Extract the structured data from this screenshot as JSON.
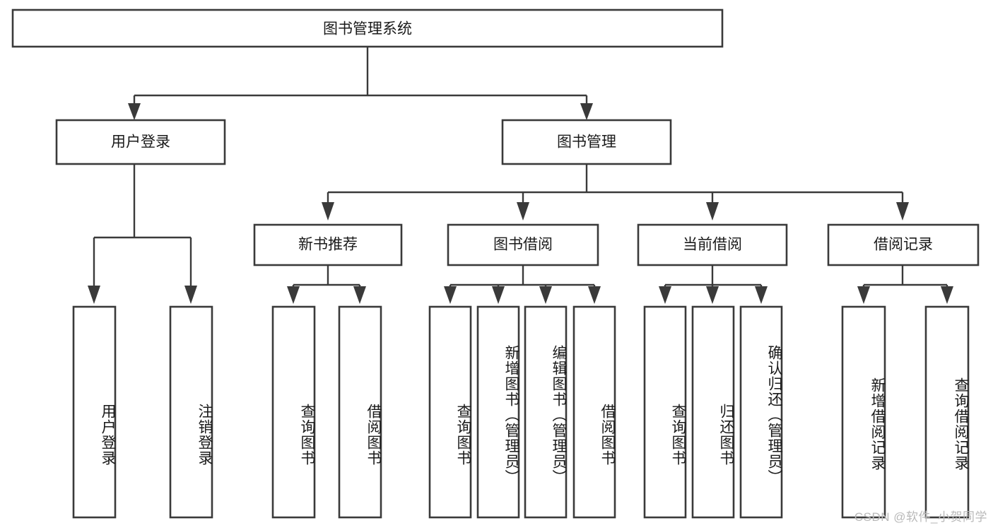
{
  "diagram": {
    "type": "tree-hierarchy",
    "title": "图书管理系统",
    "watermark": "CSDN @软件_小贺同学",
    "style": {
      "background": "#ffffff",
      "box_stroke": "#3a3a3a",
      "box_fill": "#ffffff",
      "text_color": "#1a1a1a",
      "watermark_color": "#b9b9b9"
    },
    "nodes": {
      "root": {
        "label": "图书管理系统",
        "level": 1,
        "orientation": "horizontal"
      },
      "l2_0": {
        "label": "用户登录",
        "level": 2,
        "orientation": "horizontal"
      },
      "l2_1": {
        "label": "图书管理",
        "level": 2,
        "orientation": "horizontal"
      },
      "l3_0": {
        "label": "新书推荐",
        "level": 3,
        "orientation": "horizontal"
      },
      "l3_1": {
        "label": "图书借阅",
        "level": 3,
        "orientation": "horizontal"
      },
      "l3_2": {
        "label": "当前借阅",
        "level": 3,
        "orientation": "horizontal"
      },
      "l3_3": {
        "label": "借阅记录",
        "level": 3,
        "orientation": "horizontal"
      },
      "leaf_0": {
        "label": "用户登录",
        "level": 4,
        "orientation": "vertical"
      },
      "leaf_1": {
        "label": "注销登录",
        "level": 4,
        "orientation": "vertical"
      },
      "leaf_2": {
        "label": "查询图书",
        "level": 4,
        "orientation": "vertical"
      },
      "leaf_3": {
        "label": "借阅图书",
        "level": 4,
        "orientation": "vertical"
      },
      "leaf_4": {
        "label": "查询图书",
        "level": 4,
        "orientation": "vertical"
      },
      "leaf_5": {
        "label": "新增图书（管理员）",
        "level": 4,
        "orientation": "vertical"
      },
      "leaf_6": {
        "label": "编辑图书（管理员）",
        "level": 4,
        "orientation": "vertical"
      },
      "leaf_7": {
        "label": "借阅图书",
        "level": 4,
        "orientation": "vertical"
      },
      "leaf_8": {
        "label": "查询图书",
        "level": 4,
        "orientation": "vertical"
      },
      "leaf_9": {
        "label": "归还图书",
        "level": 4,
        "orientation": "vertical"
      },
      "leaf_10": {
        "label": "确认归还（管理员）",
        "level": 4,
        "orientation": "vertical"
      },
      "leaf_11": {
        "label": "新增借阅记录",
        "level": 4,
        "orientation": "vertical"
      },
      "leaf_12": {
        "label": "查询借阅记录",
        "level": 4,
        "orientation": "vertical"
      }
    },
    "edges": [
      {
        "from": "root",
        "to": "l2_0"
      },
      {
        "from": "root",
        "to": "l2_1"
      },
      {
        "from": "l2_0",
        "to": "leaf_0"
      },
      {
        "from": "l2_0",
        "to": "leaf_1"
      },
      {
        "from": "l2_1",
        "to": "l3_0"
      },
      {
        "from": "l2_1",
        "to": "l3_1"
      },
      {
        "from": "l2_1",
        "to": "l3_2"
      },
      {
        "from": "l2_1",
        "to": "l3_3"
      },
      {
        "from": "l3_0",
        "to": "leaf_2"
      },
      {
        "from": "l3_0",
        "to": "leaf_3"
      },
      {
        "from": "l3_1",
        "to": "leaf_4"
      },
      {
        "from": "l3_1",
        "to": "leaf_5"
      },
      {
        "from": "l3_1",
        "to": "leaf_6"
      },
      {
        "from": "l3_1",
        "to": "leaf_7"
      },
      {
        "from": "l3_2",
        "to": "leaf_8"
      },
      {
        "from": "l3_2",
        "to": "leaf_9"
      },
      {
        "from": "l3_2",
        "to": "leaf_10"
      },
      {
        "from": "l3_3",
        "to": "leaf_11"
      },
      {
        "from": "l3_3",
        "to": "leaf_12"
      }
    ]
  }
}
